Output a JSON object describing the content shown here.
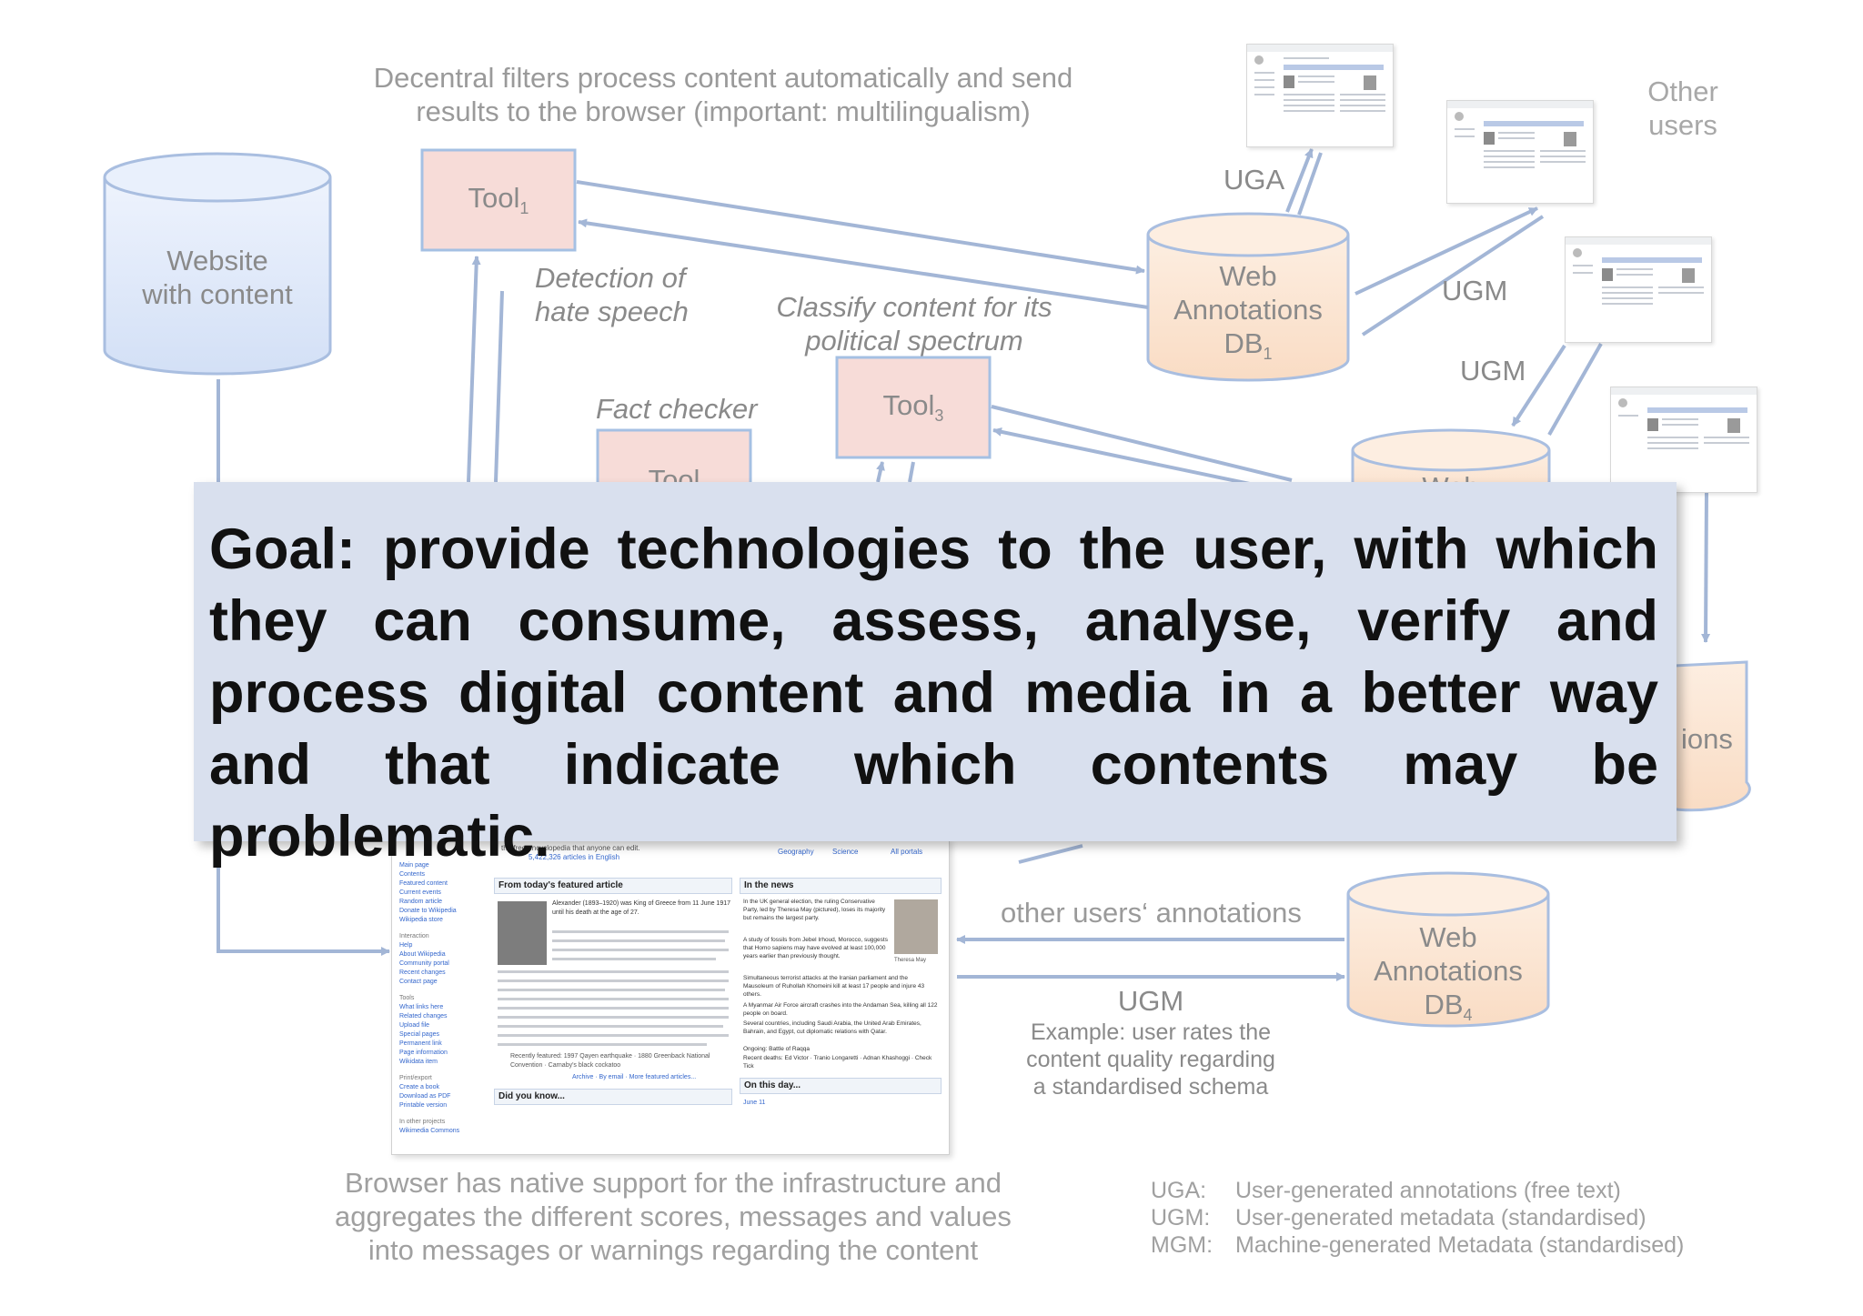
{
  "colors": {
    "arrow": "#a3b6d6",
    "cylinder_blue_fill": "#dbe6f8",
    "cylinder_orange_fill": "#fbe3cf",
    "tool_fill": "#f7dcd8",
    "tool_border": "#a5c0e3",
    "goal_box": "#d9e0ee",
    "muted_text": "#9a9a9a"
  },
  "header": {
    "line1": "Decentral filters process content automatically and send",
    "line2": "results to the browser (important: multilingualism)"
  },
  "website": {
    "line1": "Website",
    "line2": "with content"
  },
  "tools": {
    "tool1": {
      "label": "Tool",
      "sub": "1"
    },
    "tool2": {
      "label": "Tool"
    },
    "tool3": {
      "label": "Tool",
      "sub": "3"
    }
  },
  "captions": {
    "hate_line1": "Detection of",
    "hate_line2": "hate speech",
    "classify_line1": "Classify content for its",
    "classify_line2": "political spectrum",
    "fact_checker": "Fact checker"
  },
  "databases": {
    "db1": {
      "line1": "Web",
      "line2": "Annotations",
      "line3": "DB",
      "sub": "1"
    },
    "db2": {
      "partial": "Web"
    },
    "db3": {
      "partial": "ions"
    },
    "db4": {
      "line1": "Web",
      "line2": "Annotations",
      "line3": "DB",
      "sub": "4"
    }
  },
  "edge_labels": {
    "uga": "UGA",
    "ugm_a": "UGM",
    "ugm_b": "UGM",
    "other_users_line1": "Other",
    "other_users_line2": "users",
    "other_annotations": "other users‘ annotations",
    "ugm_c": "UGM"
  },
  "example": {
    "line1": "Example: user rates the",
    "line2": "content quality regarding",
    "line3": "a standardised schema"
  },
  "goal": {
    "text": "Goal: provide technologies to the user, with which they can consume, assess, analyse, verify and process digital content and media in a better way and that indicate which contents may be problematic."
  },
  "browser_caption": {
    "line1": "Browser has native support for the infrastructure and",
    "line2": "aggregates the different scores, messages and values",
    "line3": "into messages or warnings regarding the content"
  },
  "legend": [
    {
      "abbr": "UGA:",
      "desc": "User-generated annotations (free text)"
    },
    {
      "abbr": "UGM:",
      "desc": "User-generated metadata (standardised)"
    },
    {
      "abbr": "MGM:",
      "desc": "Machine-generated Metadata (standardised)"
    }
  ],
  "wikipedia": {
    "tagline": "the free encyclopedia that anyone can edit.",
    "article_count": "5,422,326 articles in English",
    "portals": [
      "Geography",
      "Science",
      "All portals"
    ],
    "featured_heading": "From today's featured article",
    "news_heading": "In the news",
    "did_you_know_heading": "Did you know...",
    "on_this_day_heading": "On this day...",
    "date": "June 11",
    "photo_caption": "Theresa May",
    "featured_first": "Alexander (1893–1920) was King of Greece from 11 June 1917 until his death at the age of 27.",
    "recently_featured": "Recently featured: 1997 Qayen earthquake · 1880 Greenback National Convention · Carnaby's black cockatoo",
    "archive_links": "Archive · By email · More featured articles...",
    "news_items": [
      "In the UK general election, the ruling Conservative Party, led by Theresa May (pictured), loses its majority but remains the largest party.",
      "A study of fossils from Jebel Irhoud, Morocco, suggests that Homo sapiens may have evolved at least 100,000 years earlier than previously thought.",
      "Simultaneous terrorist attacks at the Iranian parliament and the Mausoleum of Ruhollah Khomeini kill at least 17 people and injure 43 others.",
      "A Myanmar Air Force aircraft crashes into the Andaman Sea, killing all 122 people on board.",
      "Several countries, including Saudi Arabia, the United Arab Emirates, Bahrain, and Egypt, cut diplomatic relations with Qatar."
    ],
    "ongoing": "Ongoing: Battle of Raqqa",
    "recent_deaths": "Recent deaths: Ed Victor · Tranio Longaretti · Adnan Khashoggi · Check Tick",
    "sidebar": [
      "Main page",
      "Contents",
      "Featured content",
      "Current events",
      "Random article",
      "Donate to Wikipedia",
      "Wikipedia store",
      "",
      "Interaction",
      "Help",
      "About Wikipedia",
      "Community portal",
      "Recent changes",
      "Contact page",
      "",
      "Tools",
      "What links here",
      "Related changes",
      "Upload file",
      "Special pages",
      "Permanent link",
      "Page information",
      "Wikidata item",
      "",
      "Print/export",
      "Create a book",
      "Download as PDF",
      "Printable version",
      "",
      "In other projects",
      "Wikimedia Commons"
    ]
  }
}
